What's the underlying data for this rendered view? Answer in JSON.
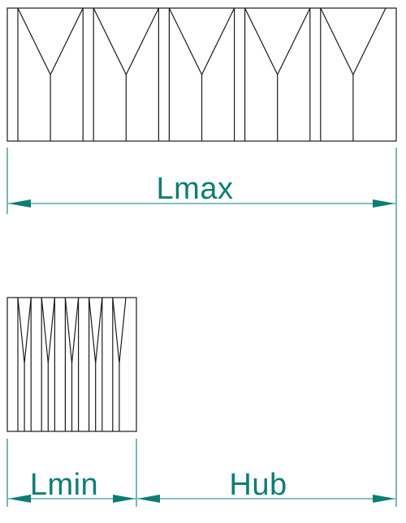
{
  "diagram": {
    "colors": {
      "outline": "#1a1a1a",
      "dimension": "#0b7d74",
      "background": "#ffffff"
    },
    "dimensions": {
      "extended_length_label": "Lmax",
      "compressed_length_label": "Lmin",
      "stroke_label": "Hub"
    },
    "extended_bellows": {
      "fold_count": 5
    },
    "compressed_bellows": {
      "fold_count": 5
    }
  }
}
